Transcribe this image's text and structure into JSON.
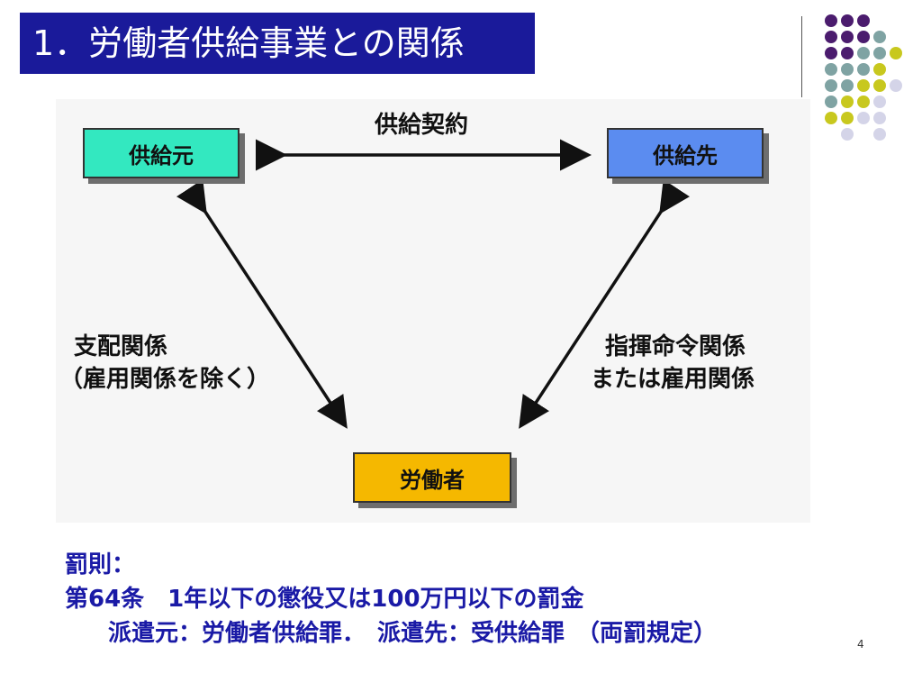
{
  "header": {
    "title": "1．労働者供給事業との関係"
  },
  "diagram": {
    "supplier": "供給元",
    "recipient": "供給先",
    "worker": "労働者",
    "top_relation": "供給契約",
    "left_relation_line1": "支配関係",
    "left_relation_line2": "（雇用関係を除く）",
    "right_relation_line1": "指揮命令関係",
    "right_relation_line2": "または雇用関係",
    "colors": {
      "supplier_box": "#33e8c0",
      "recipient_box": "#5b8cf0",
      "worker_box": "#f5b800",
      "arrow": "#111111"
    }
  },
  "penalty": {
    "heading": "罰則：",
    "line1": "第64条　1年以下の懲役又は100万円以下の罰金",
    "line2": "派遣元：労働者供給罪．　派遣先：受供給罪　（両罰規定）"
  },
  "page_number": "4",
  "decoration": {
    "dot_colors": [
      "#4b1c6e",
      "#7fa3a3",
      "#c8c81e",
      "#d4d4e8"
    ]
  }
}
